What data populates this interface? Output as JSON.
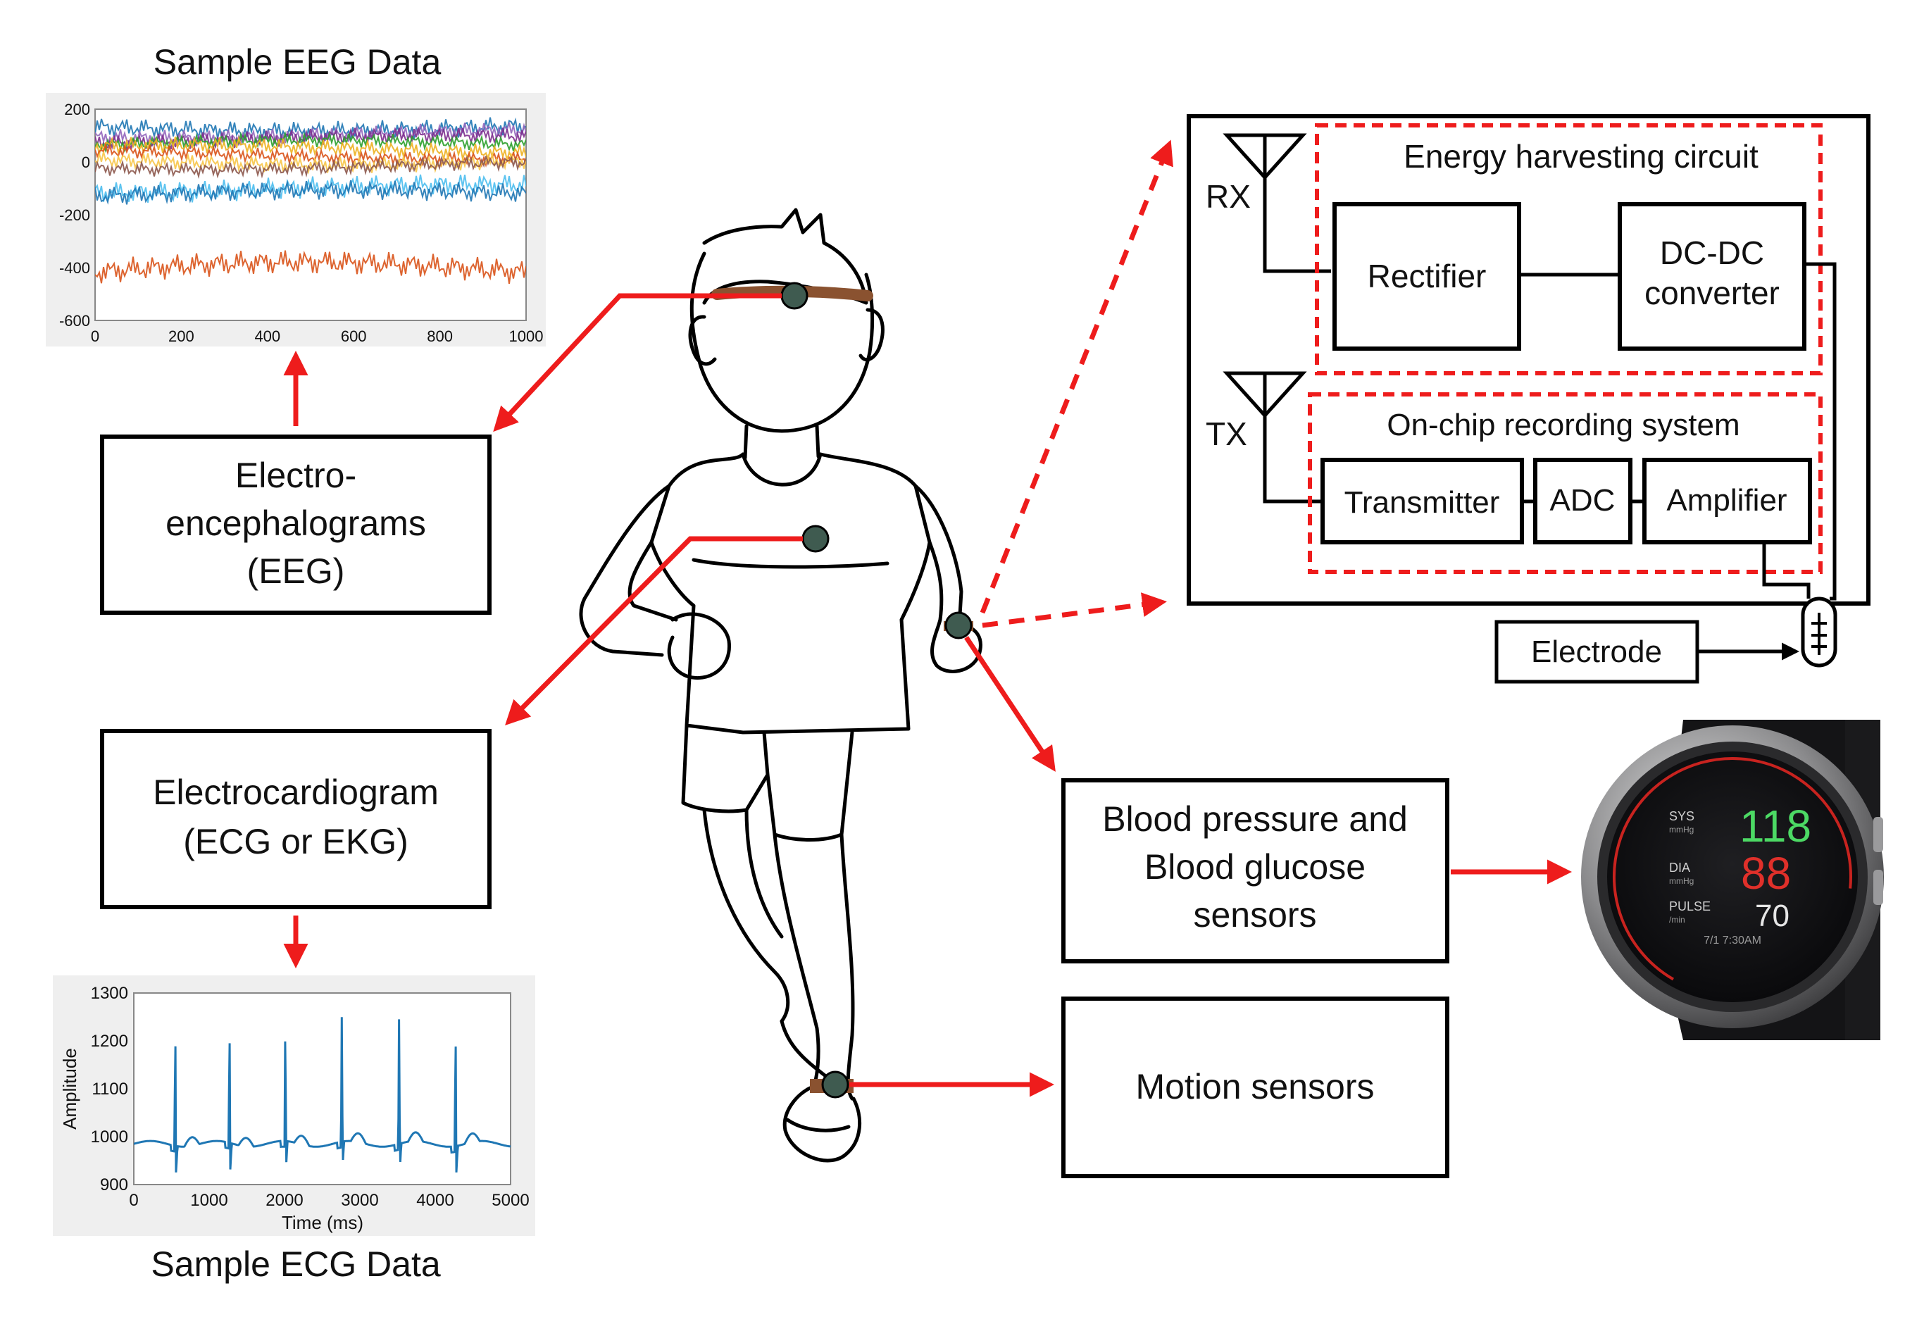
{
  "eeg_panel": {
    "title": "Sample EEG Data",
    "y_ticks": [
      "200",
      "0",
      "-200",
      "-400",
      "-600"
    ],
    "x_ticks": [
      "0",
      "200",
      "400",
      "600",
      "800",
      "1000"
    ]
  },
  "ecg_panel": {
    "title": "Sample ECG Data",
    "y_ticks": [
      "1300",
      "1200",
      "1100",
      "1000",
      "900"
    ],
    "x_ticks": [
      "0",
      "1000",
      "2000",
      "3000",
      "4000",
      "5000"
    ],
    "xlabel": "Time (ms)",
    "ylabel": "Amplitude"
  },
  "boxes": {
    "eeg": [
      "Electro-",
      "encephalograms",
      "(EEG)"
    ],
    "ecg": [
      "Electrocardiogram",
      "(ECG or EKG)"
    ],
    "bp": [
      "Blood pressure and",
      "Blood glucose",
      "sensors"
    ],
    "motion": [
      "Motion sensors"
    ]
  },
  "circuit": {
    "rx": "RX",
    "tx": "TX",
    "energy_title": "Energy harvesting circuit",
    "rectifier": "Rectifier",
    "dcdc": [
      "DC-DC",
      "converter"
    ],
    "recording_title": "On-chip recording system",
    "transmitter": "Transmitter",
    "adc": "ADC",
    "amplifier": "Amplifier",
    "electrode": "Electrode"
  },
  "watch": {
    "sys_label": "SYS",
    "sys_unit": "mmHg",
    "sys_value": "118",
    "dia_label": "DIA",
    "dia_unit": "mmHg",
    "dia_value": "88",
    "pulse_label": "PULSE",
    "pulse_unit": "/min",
    "pulse_value": "70",
    "datetime": "7/1 7:30AM"
  },
  "colors": {
    "arrow": "#ee1c1c",
    "sensor": "#3f5b50",
    "band": "#8a5230",
    "ecg_line": "#1f77b4",
    "sys": "#4cd964",
    "dia": "#e0302a"
  }
}
